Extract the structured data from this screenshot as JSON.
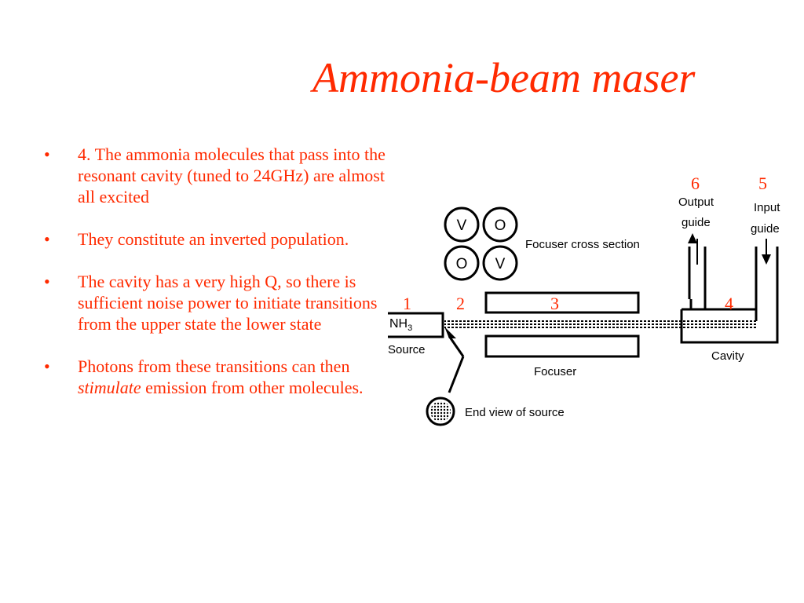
{
  "slide": {
    "title": "Ammonia-beam maser",
    "bullets": [
      {
        "pre": "4.  The ammonia molecules that pass into the resonant cavity (tuned to 24GHz) are almost all excited",
        "em": "",
        "post": ""
      },
      {
        "pre": "They constitute an inverted population.",
        "em": "",
        "post": ""
      },
      {
        "pre": "The cavity has a very high Q, so there is sufficient noise power to initiate transitions from the upper state the lower state",
        "em": "",
        "post": ""
      },
      {
        "pre": "Photons from these transitions can then ",
        "em": "stimulate",
        "post": " emission from other molecules."
      }
    ]
  },
  "diagram": {
    "numbers": [
      "1",
      "2",
      "3",
      "4",
      "5",
      "6"
    ],
    "labels": {
      "nh3": "NH",
      "nh3_sub": "3",
      "source": "Source",
      "focuser": "Focuser",
      "focuser_cross_section": "Focuser cross section",
      "end_view": "End view of source",
      "cavity": "Cavity",
      "output_line1": "Output",
      "output_line2": "guide",
      "input_line1": "Input",
      "input_line2": "guide"
    },
    "cross_section_letters": [
      "V",
      "O",
      "O",
      "V"
    ]
  },
  "colors": {
    "accent": "#ff2a00",
    "text": "#000000",
    "background": "#ffffff"
  }
}
